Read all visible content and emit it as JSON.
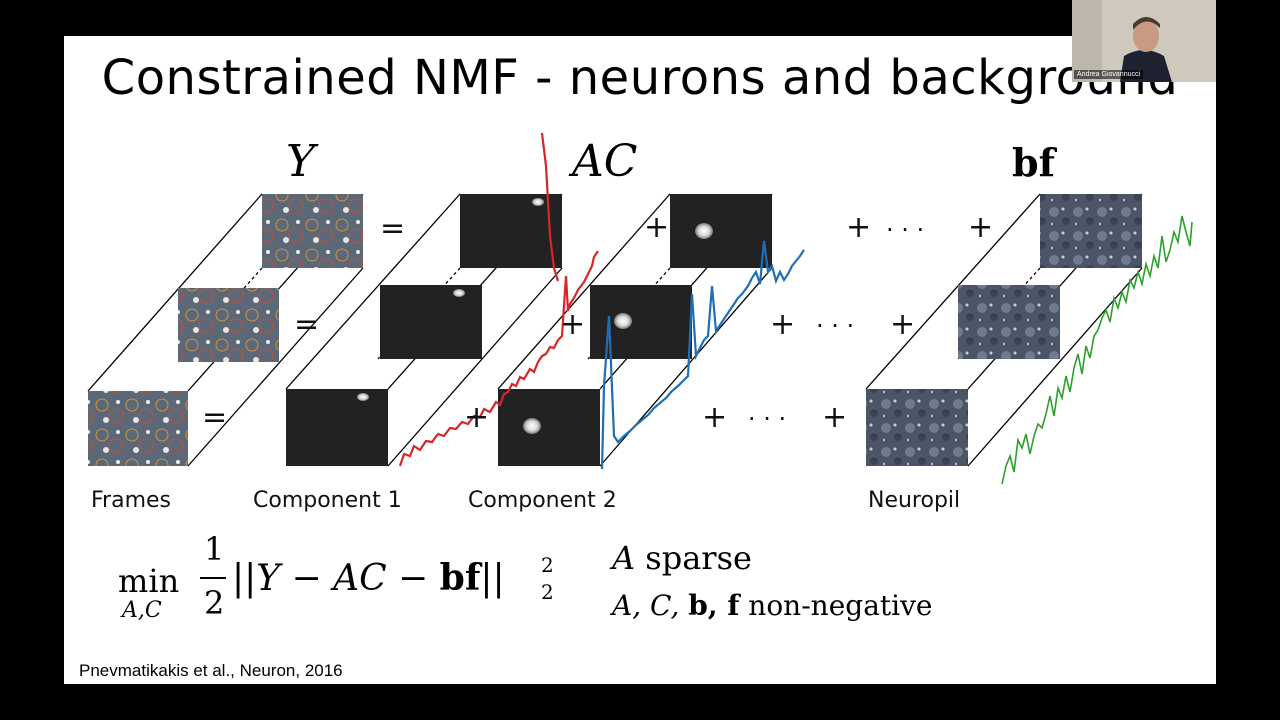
{
  "slide": {
    "title": "Constrained NMF - neurons and background",
    "symbols": {
      "y": "Y",
      "ac": "AC",
      "bf": "bf"
    },
    "labels": {
      "frames": "Frames",
      "component1": "Component 1",
      "component2": "Component 2",
      "neuropil": "Neuropil"
    },
    "operators": {
      "equals": "=",
      "plus": "+",
      "dots": "· · ·"
    },
    "formula": {
      "min": "min",
      "min_sub": "A,C",
      "frac_num": "1",
      "frac_den": "2",
      "norm_body": "||Y − AC − ",
      "norm_bf": "bf",
      "norm_close": "||",
      "sup": "2",
      "sub": "2",
      "constraint1_var": "A",
      "constraint1_text": "sparse",
      "constraint2_vars": "A, C, ",
      "constraint2_bold": "b, f",
      "constraint2_text": "non-negative"
    },
    "citation": "Pnevmatikakis et al., Neuron, 2016"
  },
  "webcam": {
    "name": "Andrea Giovannucci"
  },
  "colors": {
    "trace1": "#d62728",
    "trace2": "#1f6fb5",
    "trace3": "#2ca02c",
    "panel": "#222222"
  }
}
